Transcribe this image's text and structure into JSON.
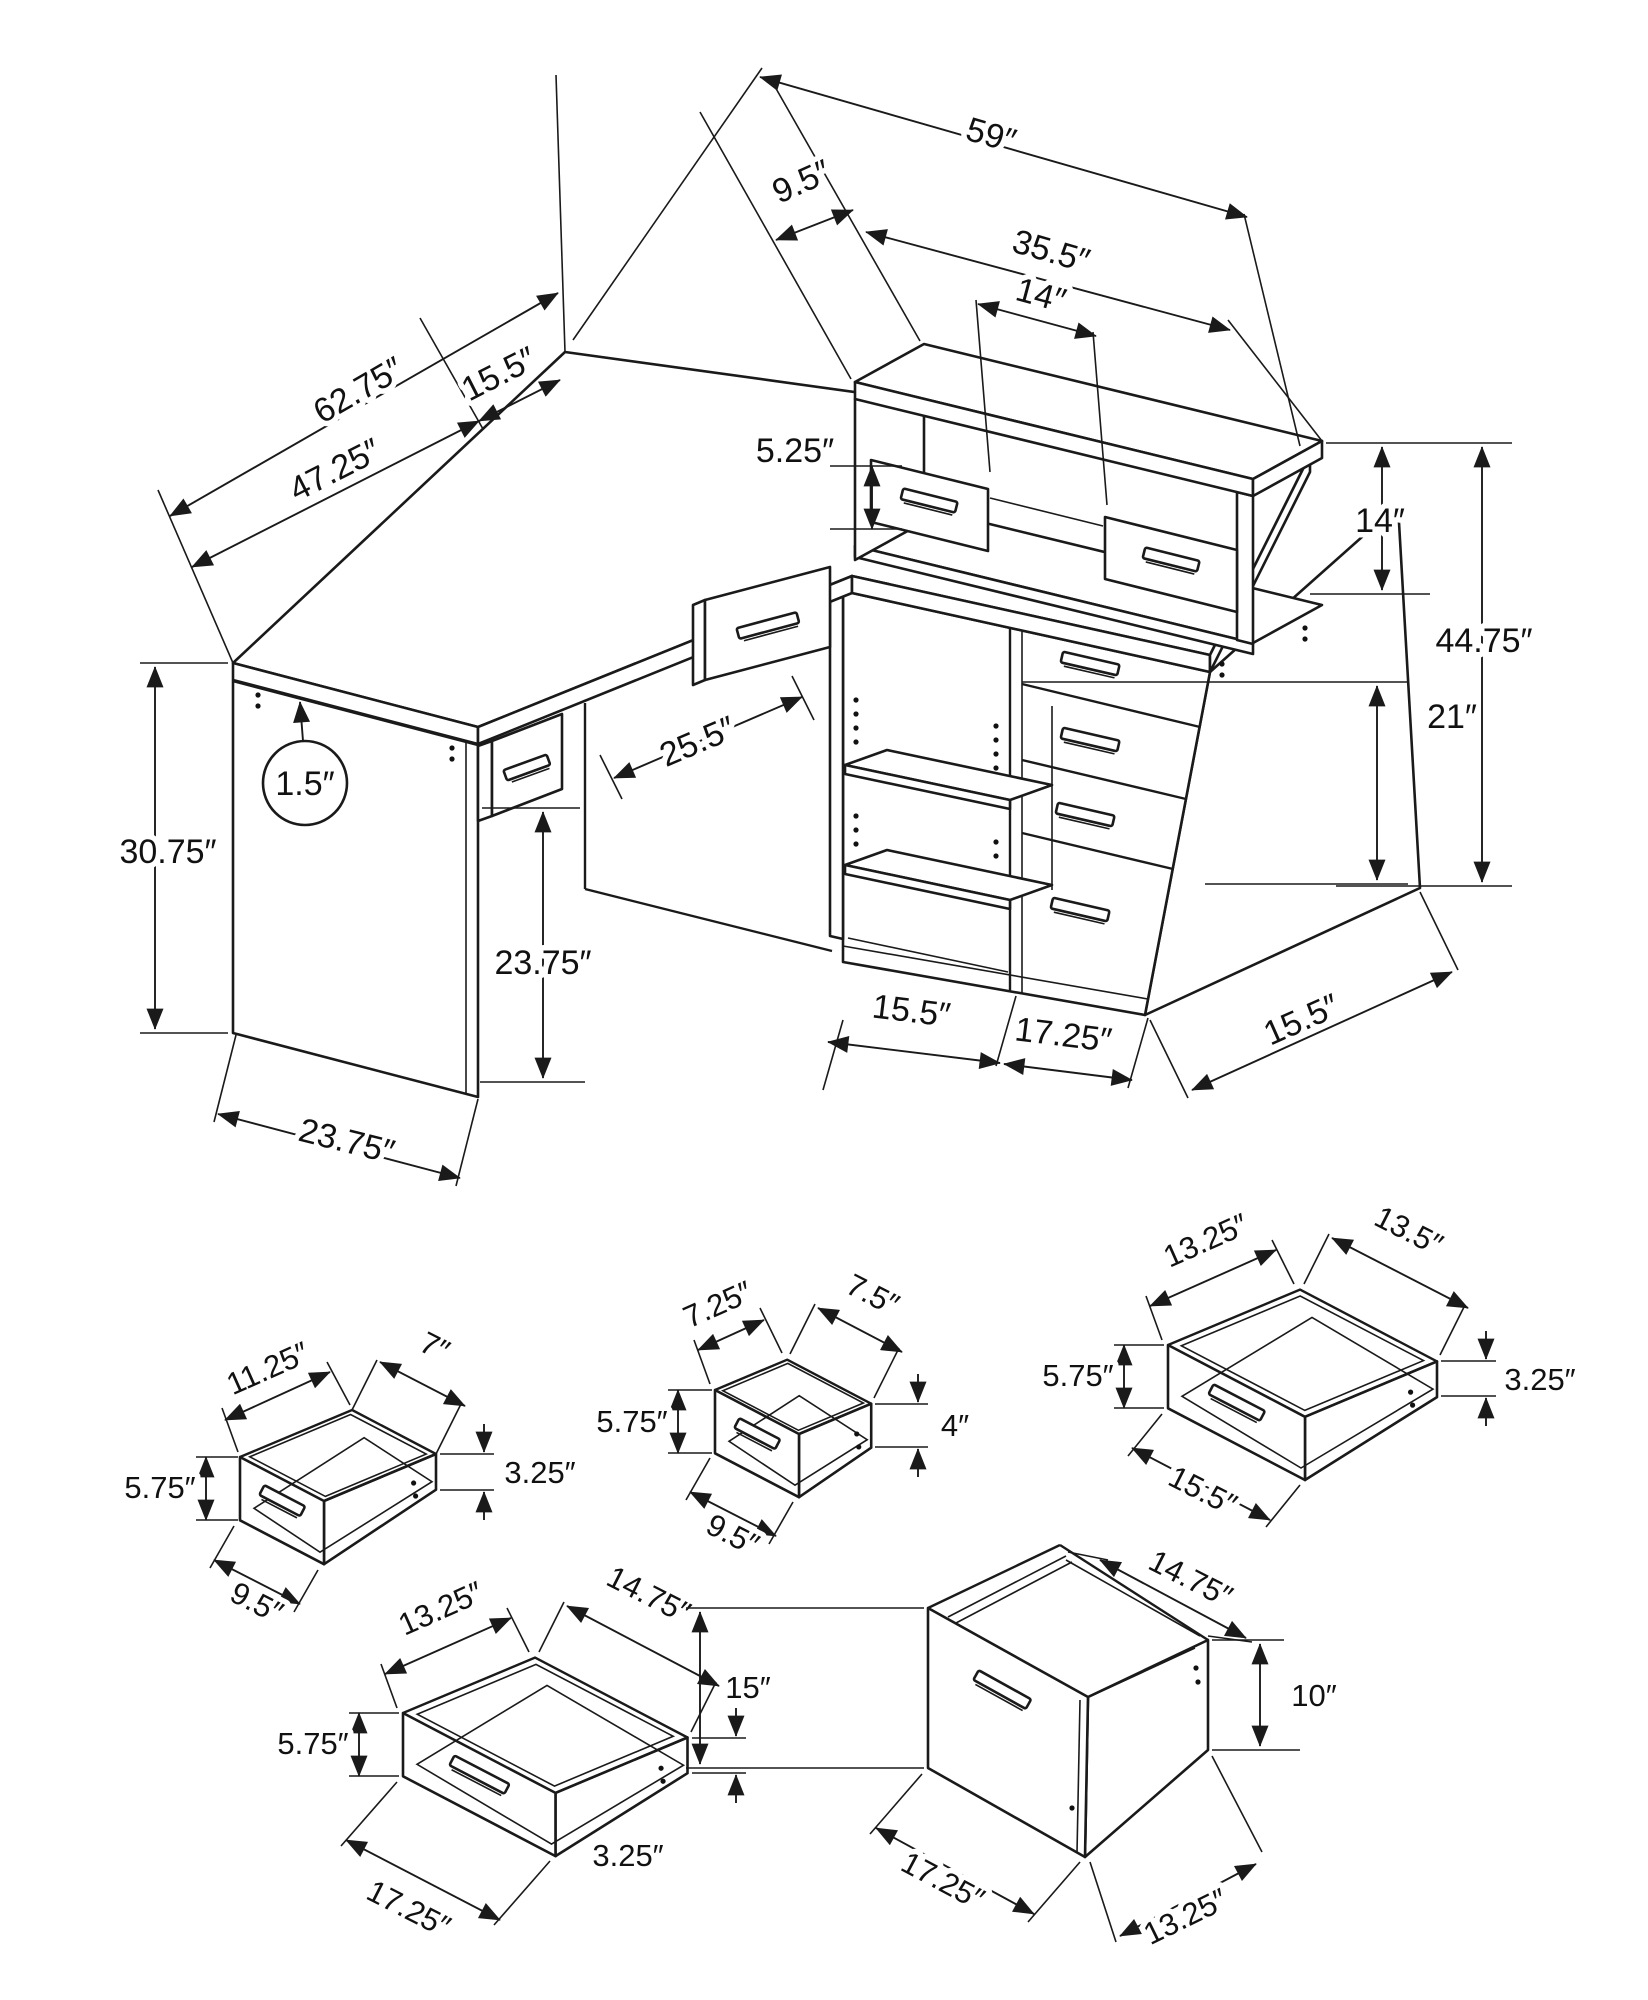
{
  "m": {
    "w59": "59″",
    "d95": "9.5″",
    "w355": "35.5″",
    "w14": "14″",
    "h525": "5.25″",
    "h14": "14″",
    "h4475": "44.75″",
    "h21": "21″",
    "l6275": "62.75″",
    "l4725": "47.25″",
    "l155": "15.5″",
    "t15": "1.5″",
    "h3075": "30.75″",
    "k2375": "23.75″",
    "k255": "25.5″",
    "b155": "15.5″",
    "b1725": "17.25″",
    "r155": "15.5″",
    "p2375": "23.75″"
  },
  "d1": {
    "depth": "11.25″",
    "width": "7″",
    "front": "5.75″",
    "back": "3.25″",
    "fw": "9.5″"
  },
  "d2": {
    "depth": "7.25″",
    "width": "7.5″",
    "front": "5.75″",
    "back": "4″",
    "fw": "9.5″"
  },
  "d3": {
    "depth": "13.25″",
    "width": "13.5″",
    "front": "5.75″",
    "back": "3.25″",
    "fw": "15.5″"
  },
  "d4": {
    "depth": "13.25″",
    "width": "14.75″",
    "front": "5.75″",
    "back": "3.25″",
    "fw": "17.25″"
  },
  "d5": {
    "top": "14.75″",
    "front_h": "15″",
    "back_h": "10″",
    "fw": "17.25″",
    "depth": "13.25″"
  }
}
